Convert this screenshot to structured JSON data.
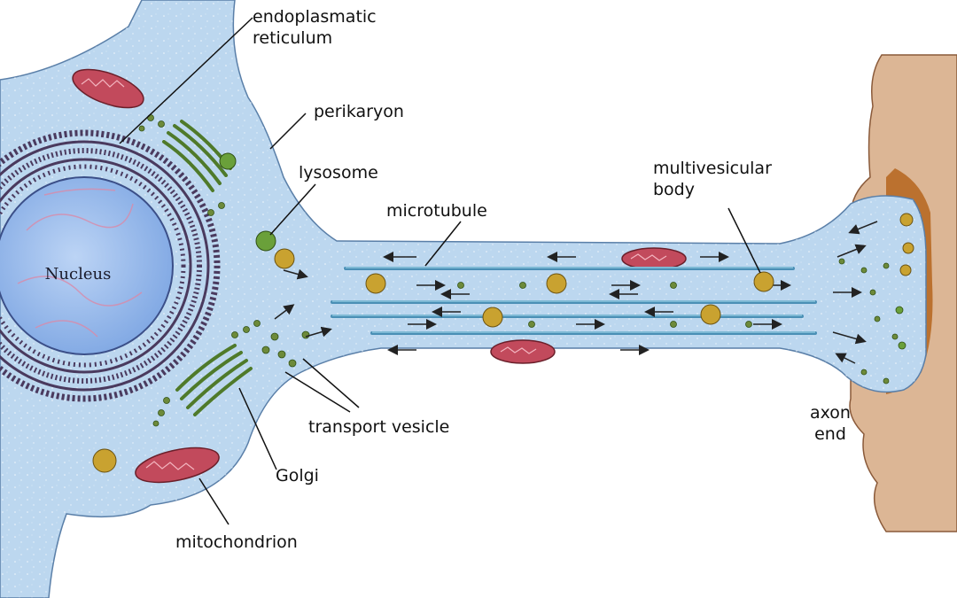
{
  "labels": {
    "endoplasmatic_line1": "endoplasmatic",
    "endoplasmatic_line2": "reticulum",
    "perikaryon": "perikaryon",
    "lysosome": "lysosome",
    "microtubule": "microtubule",
    "multivesicular_line1": "multivesicular",
    "multivesicular_line2": "body",
    "nucleus": "Nucleus",
    "transport_vesicle": "transport vesicle",
    "golgi": "Golgi",
    "mitochondrion": "mitochondrion",
    "axon_line1": "axon",
    "axon_line2": "end"
  },
  "colors": {
    "cytoplasm": "#bcd7ef",
    "nucleus": "#8fb4ea",
    "er": "#4a3a5e",
    "golgi": "#4f7a2a",
    "mitochondrion": "#c24a5c",
    "vesicle": "#c9a230",
    "microtubule": "#5a9fc0",
    "axon_terminal": "#dcb695"
  }
}
